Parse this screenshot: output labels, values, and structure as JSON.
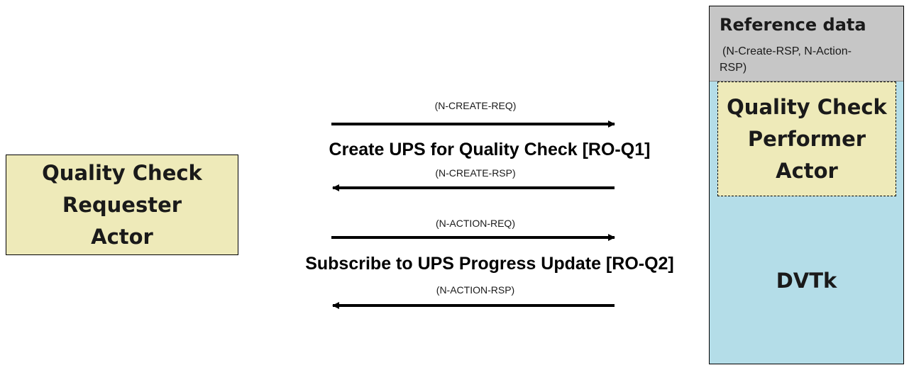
{
  "requester": {
    "label": "Quality Check\nRequester\nActor"
  },
  "dvtk": {
    "label": "DVTk",
    "reference": {
      "title": "Reference data",
      "detail": "(N-Create-RSP,  N-Action-RSP)"
    },
    "performer": {
      "label": "Quality Check\nPerformer\nActor"
    }
  },
  "transactions": [
    {
      "name": "Create UPS for Quality Check [RO-Q1]",
      "request": "(N-CREATE-REQ)",
      "response": "(N-CREATE-RSP)"
    },
    {
      "name": "Subscribe to UPS Progress Update [RO-Q2]",
      "request": "(N-ACTION-REQ)",
      "response": "(N-ACTION-RSP)"
    }
  ],
  "colors": {
    "actor_fill": "#eeeab9",
    "dvtk_fill": "#b4dde8",
    "reference_fill": "#c6c6c6",
    "arrow": "#000000"
  }
}
